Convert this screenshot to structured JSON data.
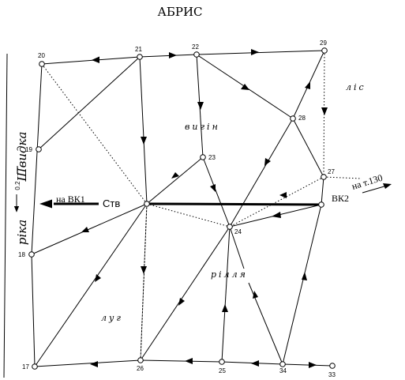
{
  "title": "АБРИС",
  "areas": {
    "forest": "ліс",
    "clearing": "вигін",
    "field": "рілля",
    "meadow": "луг"
  },
  "river": {
    "name_a": "ріка",
    "name_b": "Швидка",
    "scale": "0.2"
  },
  "labels": {
    "to_vk1": "на ВК1",
    "stv": "Ств",
    "vk2": "ВК2",
    "to_t130": "на т.130"
  },
  "nodes": [
    "20",
    "21",
    "22",
    "29",
    "19",
    "28",
    "23",
    "27",
    "24",
    "18",
    "17",
    "26",
    "25",
    "34",
    "33"
  ]
}
